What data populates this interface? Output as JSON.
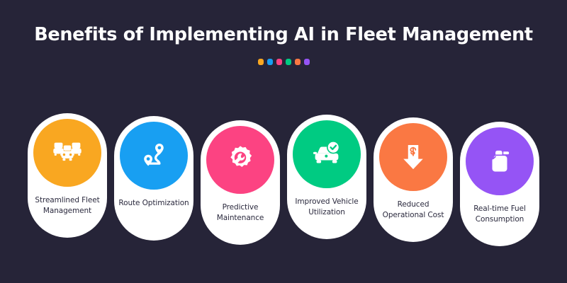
{
  "header": {
    "title": "Benefits of Implementing AI in Fleet Management",
    "dots": [
      {
        "name": "dot-amber",
        "color": "#F9A721"
      },
      {
        "name": "dot-blue",
        "color": "#189FF2"
      },
      {
        "name": "dot-pink",
        "color": "#FC4382"
      },
      {
        "name": "dot-green",
        "color": "#00CB82"
      },
      {
        "name": "dot-orange",
        "color": "#FA7843"
      },
      {
        "name": "dot-purple",
        "color": "#9554F5"
      }
    ]
  },
  "theme": {
    "background": "#262438",
    "card_background": "#FFFFFF",
    "title_color": "#FFFFFF",
    "label_color": "#2B2A3E"
  },
  "cards": [
    {
      "label": "Streamlined Fleet Management",
      "color": "#F9A721",
      "icon": "fleet-vehicles-icon"
    },
    {
      "label": "Route Optimization",
      "color": "#189FF2",
      "icon": "route-map-pins-icon"
    },
    {
      "label": "Predictive Maintenance",
      "color": "#FC4382",
      "icon": "gear-wrench-icon"
    },
    {
      "label": "Improved Vehicle Utilization",
      "color": "#00CB82",
      "icon": "car-check-icon"
    },
    {
      "label": "Reduced Operational Cost",
      "color": "#FA7843",
      "icon": "down-arrow-dollar-icon"
    },
    {
      "label": "Real-time Fuel Consumption",
      "color": "#9554F5",
      "icon": "fuel-can-icon"
    }
  ]
}
